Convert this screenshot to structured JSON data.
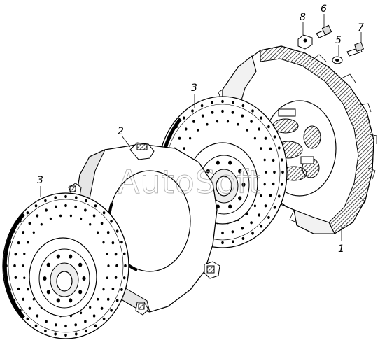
{
  "diagram": {
    "callouts": [
      {
        "id": "c1",
        "label": "1"
      },
      {
        "id": "c2",
        "label": "2"
      },
      {
        "id": "c3a",
        "label": "3"
      },
      {
        "id": "c3b",
        "label": "3"
      },
      {
        "id": "c5",
        "label": "5"
      },
      {
        "id": "c6",
        "label": "6"
      },
      {
        "id": "c7",
        "label": "7"
      },
      {
        "id": "c8",
        "label": "8"
      }
    ],
    "watermark": "AutoSoft"
  }
}
